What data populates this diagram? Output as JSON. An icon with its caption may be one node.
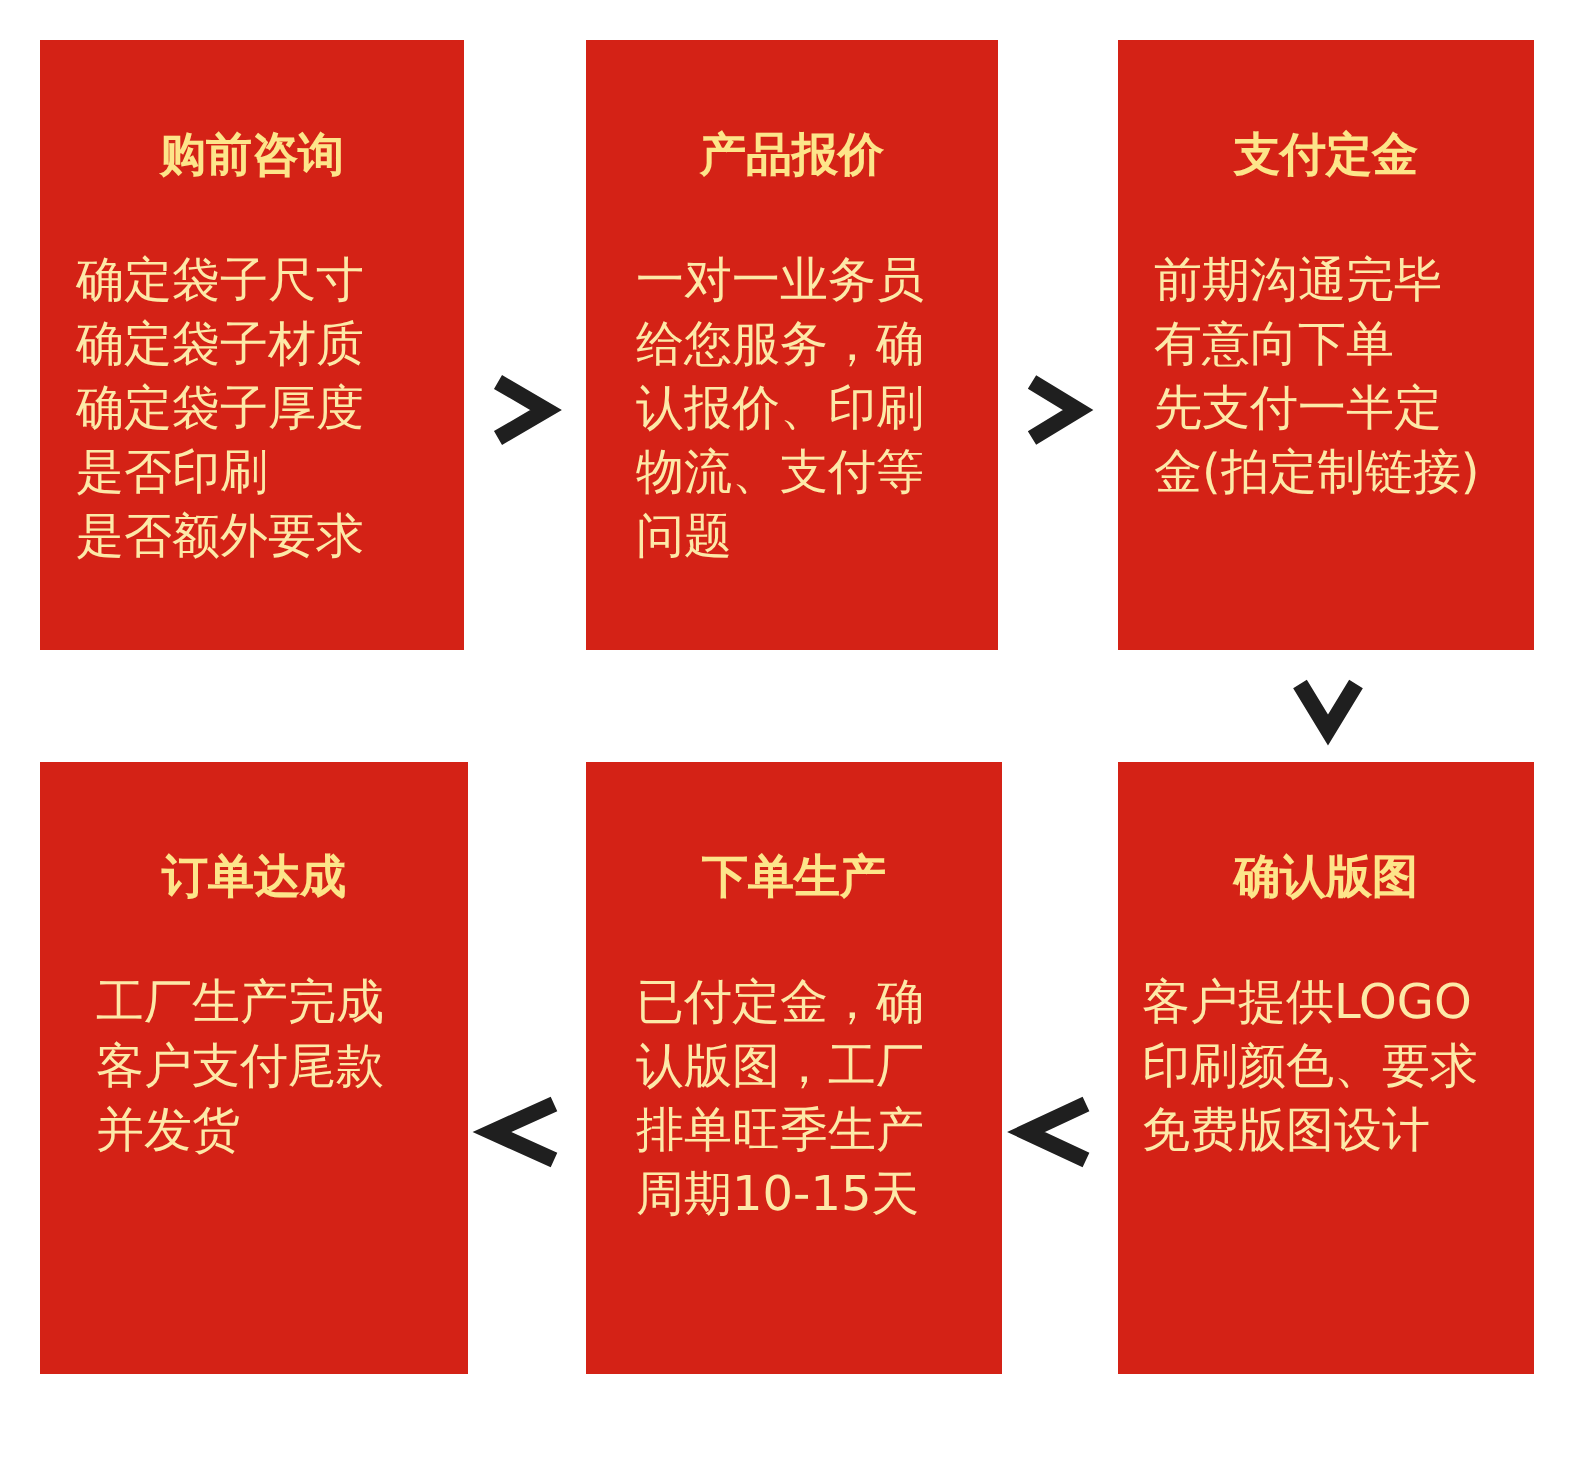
{
  "diagram": {
    "nodes": [
      {
        "text": [
          "购前咨询",
          "确定袋子尺寸",
          "确定袋子材质",
          "确定袋子厚度",
          "是否印刷",
          "是否额外要求"
        ]
      },
      {
        "text": [
          "产品报价",
          "一对一业务员给您服务，确认报价、印刷物流、支付等问题"
        ]
      },
      {
        "text": [
          "支付定金",
          "前期沟通完毕",
          "有意向下单",
          "先支付一半定金(拍定制链接)"
        ]
      },
      {
        "text": [
          "订单达成",
          "工厂生产完成",
          "客户支付尾款",
          "并发货"
        ]
      },
      {
        "text": [
          "下单生产",
          "已付定金，确认版图，工厂排单旺季生产周期10-15天"
        ]
      },
      {
        "text": [
          "确认版图",
          "客户提供LOGO",
          "印刷颜色、要求",
          "免费版图设计"
        ]
      }
    ],
    "edges": [
      {
        "from": 0,
        "to": 1,
        "arrow": "to"
      },
      {
        "from": 1,
        "to": 2,
        "arrow": "to"
      },
      {
        "from": 2,
        "to": 5,
        "arrow": "to"
      },
      {
        "from": 5,
        "to": 4,
        "arrow": "to"
      },
      {
        "from": 4,
        "to": 3,
        "arrow": "to"
      }
    ]
  }
}
